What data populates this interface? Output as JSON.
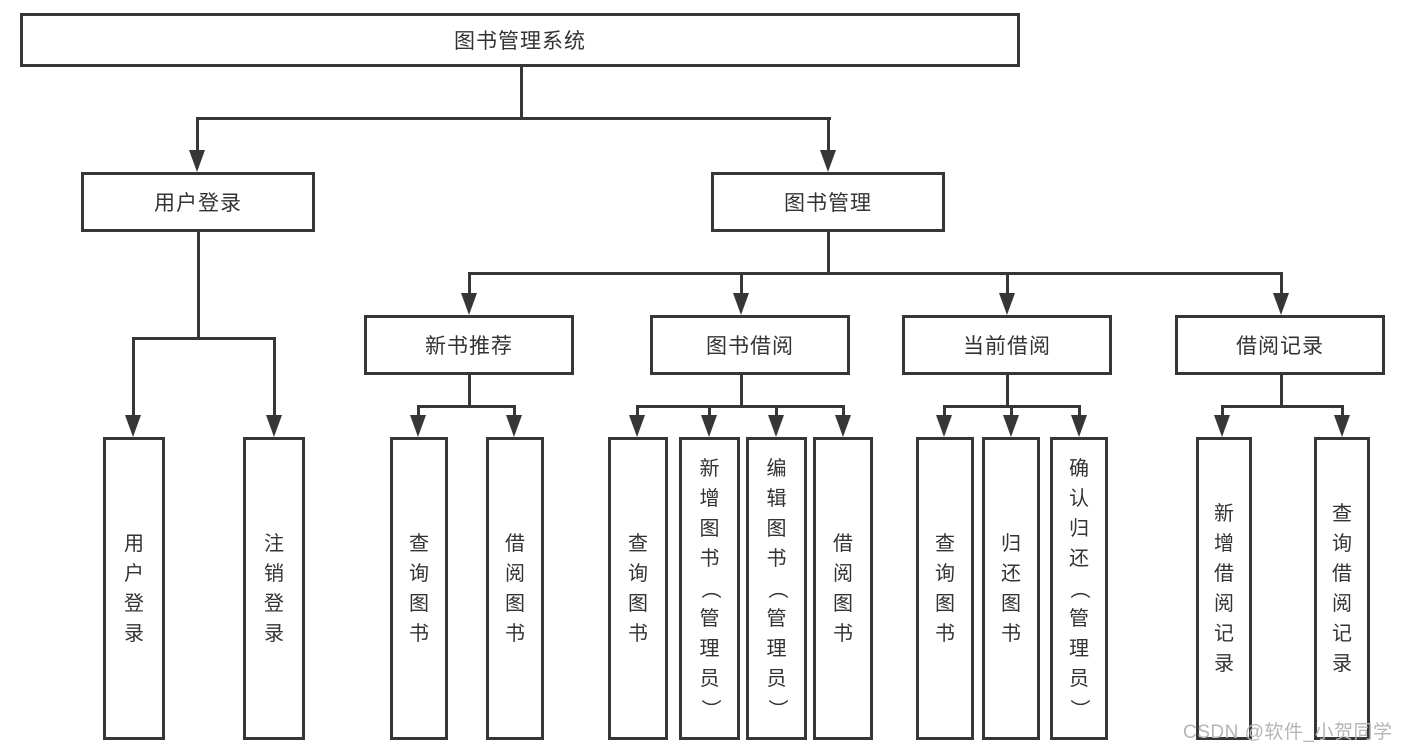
{
  "tree": {
    "label": "图书管理系统",
    "children": [
      {
        "label": "用户登录",
        "children": [
          {
            "label": "用户登录"
          },
          {
            "label": "注销登录"
          }
        ]
      },
      {
        "label": "图书管理",
        "children": [
          {
            "label": "新书推荐",
            "children": [
              {
                "label": "查询图书"
              },
              {
                "label": "借阅图书"
              }
            ]
          },
          {
            "label": "图书借阅",
            "children": [
              {
                "label": "查询图书"
              },
              {
                "label": "新增图书（管理员）"
              },
              {
                "label": "编辑图书（管理员）"
              },
              {
                "label": "借阅图书"
              }
            ]
          },
          {
            "label": "当前借阅",
            "children": [
              {
                "label": "查询图书"
              },
              {
                "label": "归还图书"
              },
              {
                "label": "确认归还（管理员）"
              }
            ]
          },
          {
            "label": "借阅记录",
            "children": [
              {
                "label": "新增借阅记录"
              },
              {
                "label": "查询借阅记录"
              }
            ]
          }
        ]
      }
    ]
  },
  "watermark": {
    "text": "CSDN @软件_小贺同学"
  },
  "colors": {
    "line": "#363636",
    "text": "#333333",
    "watermark": "#b5b5b5",
    "background": "#ffffff"
  }
}
